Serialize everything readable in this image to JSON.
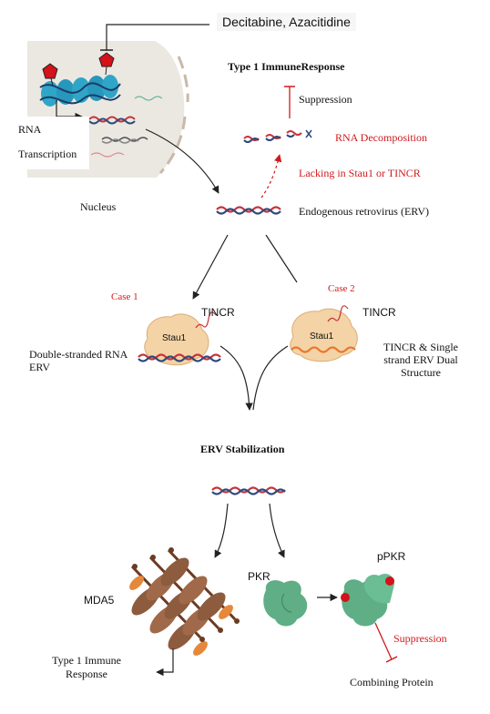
{
  "drugs": "Decitabine, Azacitidine",
  "nucleus": {
    "rna_label": "RNA",
    "transcription_label": "Transcription",
    "nucleus_label": "Nucleus"
  },
  "top_right": {
    "title": "Type 1 ImmuneResponse",
    "suppression": "Suppression",
    "rna_decomposition": "RNA Decomposition",
    "lacking": "Lacking in Stau1 or TINCR",
    "erv": "Endogenous retrovirus (ERV)"
  },
  "cases": {
    "case1": "Case 1",
    "case2": "Case 2",
    "tincr_left": "TINCR",
    "tincr_right": "TINCR",
    "stau1_left": "Stau1",
    "stau1_right": "Stau1",
    "left_desc_line1": "Double-stranded RNA",
    "left_desc_line2": "ERV",
    "right_desc_line1": "TINCR & Single",
    "right_desc_line2": "strand ERV Dual",
    "right_desc_line3": "Structure"
  },
  "stabilization": {
    "title": "ERV Stabilization"
  },
  "bottom": {
    "mda5": "MDA5",
    "pkr": "PKR",
    "ppkr": "pPKR",
    "suppression": "Suppression",
    "type1_line1": "Type 1 Immune",
    "type1_line2": "Response",
    "combining": "Combining Protein"
  },
  "colors": {
    "nucleus_fill": "#ebe8e2",
    "nucleus_border": "#c9b9a8",
    "histone": "#2fa6c8",
    "methyl": "#d4121a",
    "red_text": "#d0191b",
    "stau1": "#f4d3a6",
    "mda5": "#8d5b3e",
    "pkr": "#5fae86",
    "rna_red": "#c8323a",
    "rna_blue": "#2e4a7a"
  }
}
